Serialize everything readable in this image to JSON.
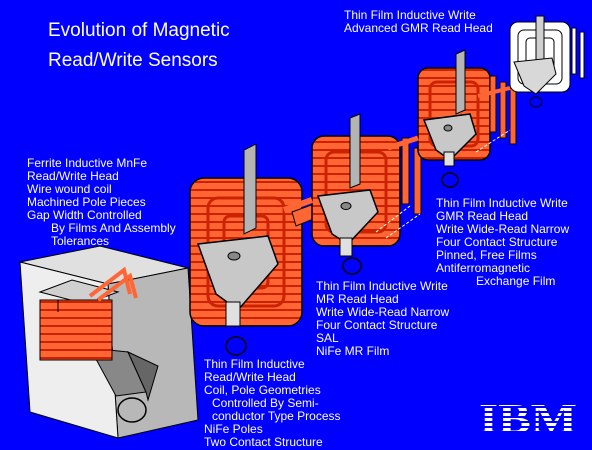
{
  "title": {
    "line1": "Evolution of Magnetic",
    "line2": "Read/Write Sensors"
  },
  "labels": {
    "ferrite": [
      "Ferrite Inductive  MnFe",
      "Read/Write Head",
      "Wire wound coil",
      "Machined Pole Pieces",
      "Gap Width Controlled",
      "By Films And Assembly",
      "Tolerances"
    ],
    "thin_film_inductive": [
      "Thin Film Inductive",
      "Read/Write Head",
      "Coil, Pole Geometries",
      "Controlled By  Semi-",
      "conductor Type Process",
      "NiFe Poles",
      "Two Contact Structure"
    ],
    "mr_head": [
      "Thin Film Inductive Write",
      "MR Read Head",
      "Write Wide-Read Narrow",
      "Four Contact Structure",
      "SAL",
      "NiFe MR Film"
    ],
    "gmr_head": [
      "Thin Film Inductive Write",
      "GMR Read Head",
      "Write Wide-Read Narrow",
      "Four Contact Structure",
      "Pinned, Free Films",
      "Antiferromagnetic",
      "Exchange Film"
    ],
    "advanced_gmr": [
      "Thin Film Inductive Write",
      "Advanced GMR Read Head"
    ]
  },
  "logo": {
    "text": "IBM"
  },
  "colors": {
    "background": "#0000FF",
    "text": "#FFFFFF",
    "coil": "#FF6633",
    "coil_stripe": "#CC2200",
    "pole": "#B4B4B4",
    "block": "#E0E0E0"
  }
}
